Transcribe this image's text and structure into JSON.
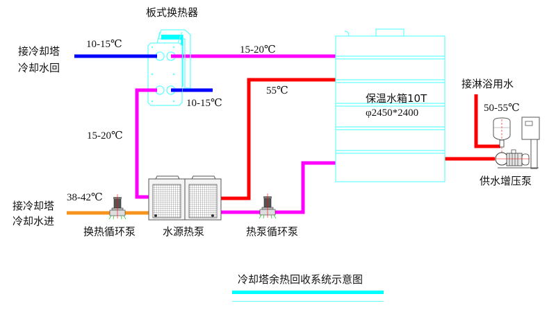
{
  "title": "冷却塔余热回收系统示意图",
  "colors": {
    "cooling_return": "#0000ff",
    "heat_exchange_loop": "#ff00ff",
    "hot_water": "#ff0000",
    "cooling_in": "#f7941d",
    "equipment_outline": "#66ffff",
    "title_bar": "#00ffff"
  },
  "equipment": {
    "plate_heat_exchanger": "板式换热器",
    "storage_tank": "保温水箱10T",
    "tank_size": "φ2450*2400",
    "water_source_heat_pump": "水源热泵",
    "exchange_circulation_pump": "换热循环泵",
    "heat_pump_circulation_pump": "热泵循环泵",
    "booster_pump": "供水增压泵"
  },
  "connections": {
    "cooling_tower_return_line1": "接冷却塔",
    "cooling_tower_return_line2": "冷却水回",
    "cooling_tower_in_line1": "接冷却塔",
    "cooling_tower_in_line2": "冷却水进",
    "shower_water": "接淋浴用水"
  },
  "temperatures": {
    "return_to_tower": "10-15℃",
    "exchanger_to_tank": "15-20℃",
    "exchanger_out_low": "10-15℃",
    "exchanger_to_heatpump": "15-20℃",
    "tower_in": "38-42℃",
    "heatpump_to_tank": "55℃",
    "shower_supply": "50-55℃"
  }
}
